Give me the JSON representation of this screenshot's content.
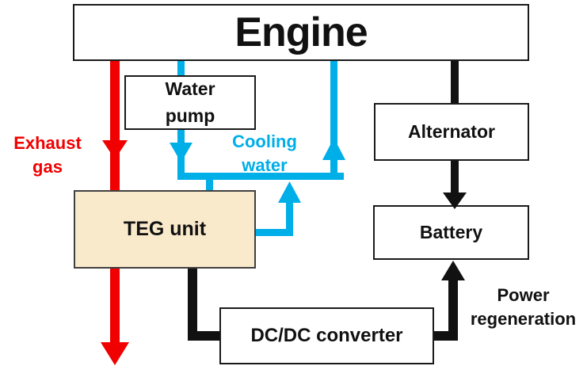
{
  "colors": {
    "exhaust": "#F00000",
    "coolant": "#00AEE8",
    "power": "#111111",
    "teg_fill": "#FAEACC"
  },
  "boxes": {
    "engine": {
      "label": "Engine"
    },
    "water_pump": {
      "label": "Water\npump"
    },
    "alternator": {
      "label": "Alternator"
    },
    "battery": {
      "label": "Battery"
    },
    "teg_unit": {
      "label": "TEG unit"
    },
    "dcdc_converter": {
      "label": "DC/DC converter"
    }
  },
  "flow_labels": {
    "exhaust_gas": {
      "label": "Exhaust\ngas"
    },
    "cooling_water": {
      "label": "Cooling\nwater"
    },
    "power_regeneration": {
      "label": "Power\nregeneration"
    }
  },
  "connections": [
    {
      "type": "exhaust-gas",
      "from": "Engine",
      "to": "TEG unit",
      "color": "red"
    },
    {
      "type": "exhaust-gas",
      "from": "TEG unit",
      "to": "outlet",
      "color": "red"
    },
    {
      "type": "cooling-water",
      "from": "Engine",
      "to": "Water pump",
      "color": "cyan"
    },
    {
      "type": "cooling-water",
      "from": "Water pump",
      "to": "TEG unit",
      "color": "cyan"
    },
    {
      "type": "cooling-water",
      "from": "TEG unit",
      "to": "Engine",
      "color": "cyan"
    },
    {
      "type": "power",
      "from": "Engine",
      "to": "Alternator",
      "color": "black"
    },
    {
      "type": "power",
      "from": "Alternator",
      "to": "Battery",
      "color": "black"
    },
    {
      "type": "power",
      "from": "TEG unit",
      "to": "DC/DC converter",
      "color": "black"
    },
    {
      "type": "power-regeneration",
      "from": "DC/DC converter",
      "to": "Battery",
      "color": "black"
    }
  ]
}
